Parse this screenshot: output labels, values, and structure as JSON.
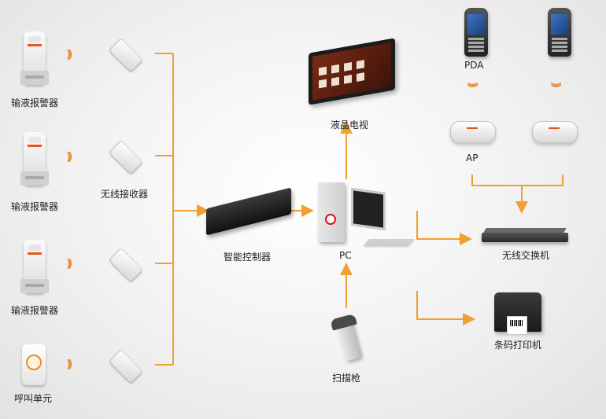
{
  "labels": {
    "alarm1": "输液报警器",
    "alarm2": "输液报警器",
    "alarm3": "输液报警器",
    "call_unit": "呼叫单元",
    "receiver": "无线接收器",
    "controller": "智能控制器",
    "tv": "液晶电视",
    "pc": "PC",
    "scanner": "扫描枪",
    "pda": "PDA",
    "ap": "AP",
    "switch": "无线交换机",
    "printer": "条码打印机"
  },
  "colors": {
    "connector": "#f0a030",
    "wave": "#e8892a",
    "accent": "#e8541b"
  },
  "icons": {
    "alarm": "infusion-alarm-icon",
    "call_unit": "call-button-icon",
    "receiver": "wireless-receiver-icon",
    "controller": "controller-unit-icon",
    "tv": "lcd-tv-icon",
    "pc": "desktop-pc-icon",
    "scanner": "barcode-scanner-icon",
    "pda": "pda-handheld-icon",
    "ap": "access-point-icon",
    "switch": "network-switch-icon",
    "printer": "barcode-printer-icon",
    "signal": "wifi-signal-icon"
  }
}
